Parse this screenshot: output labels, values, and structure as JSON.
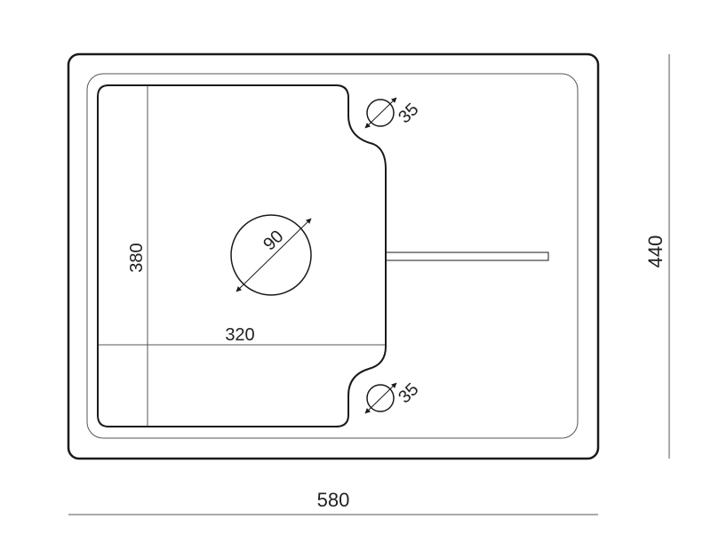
{
  "dimensions": {
    "overall_width": "580",
    "overall_height": "440",
    "bowl_width": "320",
    "bowl_height": "380",
    "drain_diameter": "90",
    "hole_top_diameter": "35",
    "hole_bottom_diameter": "35"
  },
  "colors": {
    "line": "#1a1a1a",
    "thin_line": "#555555",
    "background": "#ffffff"
  }
}
